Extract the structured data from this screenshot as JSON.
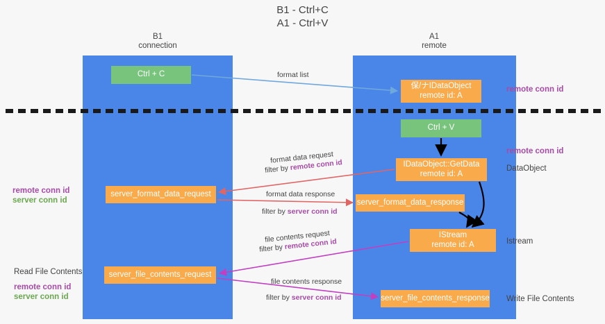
{
  "title": {
    "line1": "B1 - Ctrl+C",
    "line2": "A1 - Ctrl+V"
  },
  "columns": [
    {
      "name": "B1",
      "sub": "connection"
    },
    {
      "name": "A1",
      "sub": "remote"
    }
  ],
  "colors": {
    "lane": "#4a86e8",
    "green_box": "#78c47d",
    "orange_box": "#f9aa4b",
    "remote_conn_id": "#a64ca6",
    "server_conn_id_legend": "#6aa84f",
    "server_conn_id_label": "#a64ca6",
    "arrow_format_list": "#6fa8dc",
    "arrow_format_data": "#e06666",
    "arrow_file_contents": "#c13fc1",
    "arrow_black": "#000000",
    "text": "#434343",
    "background": "#f7f7f7"
  },
  "boxes": {
    "ctrl_c": "Ctrl + C",
    "idataobject": {
      "line1": "保/ナIDataObject",
      "line2": "remote id: A"
    },
    "ctrl_v": "Ctrl + V",
    "getdata": {
      "line1": "IDataObject::GetData",
      "line2": "remote id: A"
    },
    "server_format_data_request": "server_format_data_request",
    "server_format_data_response": "server_format_data_response",
    "istream": {
      "line1": "IStream",
      "line2": "remote id: A"
    },
    "server_file_contents_request": "server_file_contents_request",
    "server_file_contents_response": "server_file_contents_response"
  },
  "side_labels": {
    "remote_conn_id_top": "remote conn id",
    "remote_conn_id_mid": "remote conn id",
    "dataobject": "DataObject",
    "istream": "Istream",
    "write_file_contents": "Write File Contents"
  },
  "legend": {
    "mid": {
      "remote": "remote conn id",
      "server": "server conn id"
    },
    "bottom": {
      "read": "Read File Contents",
      "remote": "remote conn id",
      "server": "server conn id"
    }
  },
  "arrow_labels": {
    "format_list": "format list",
    "format_data_request": "format data request",
    "format_data_request_filter_prefix": "filter by ",
    "format_data_request_filter_key": "remote conn id",
    "format_data_response": "format data response",
    "format_data_response_filter_prefix": "filter by ",
    "format_data_response_filter_key": "server conn id",
    "file_contents_request": "file contents request",
    "file_contents_request_filter_prefix": "filter by ",
    "file_contents_request_filter_key": "remote conn id",
    "file_contents_response": "file contents response",
    "file_contents_response_filter_prefix": "filter by ",
    "file_contents_response_filter_key": "server conn id"
  }
}
